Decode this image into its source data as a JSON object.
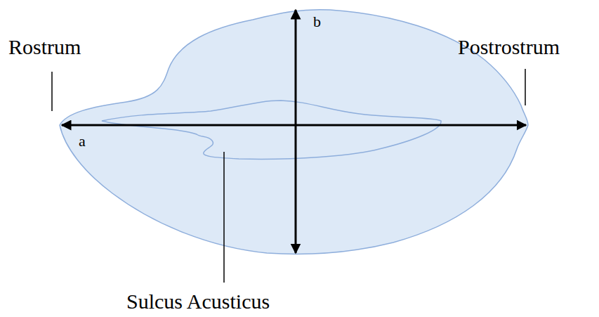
{
  "diagram": {
    "labels": [
      "Rostrum",
      "Postrostrum",
      "a",
      "b",
      "Sulcus Acusticus"
    ]
  }
}
